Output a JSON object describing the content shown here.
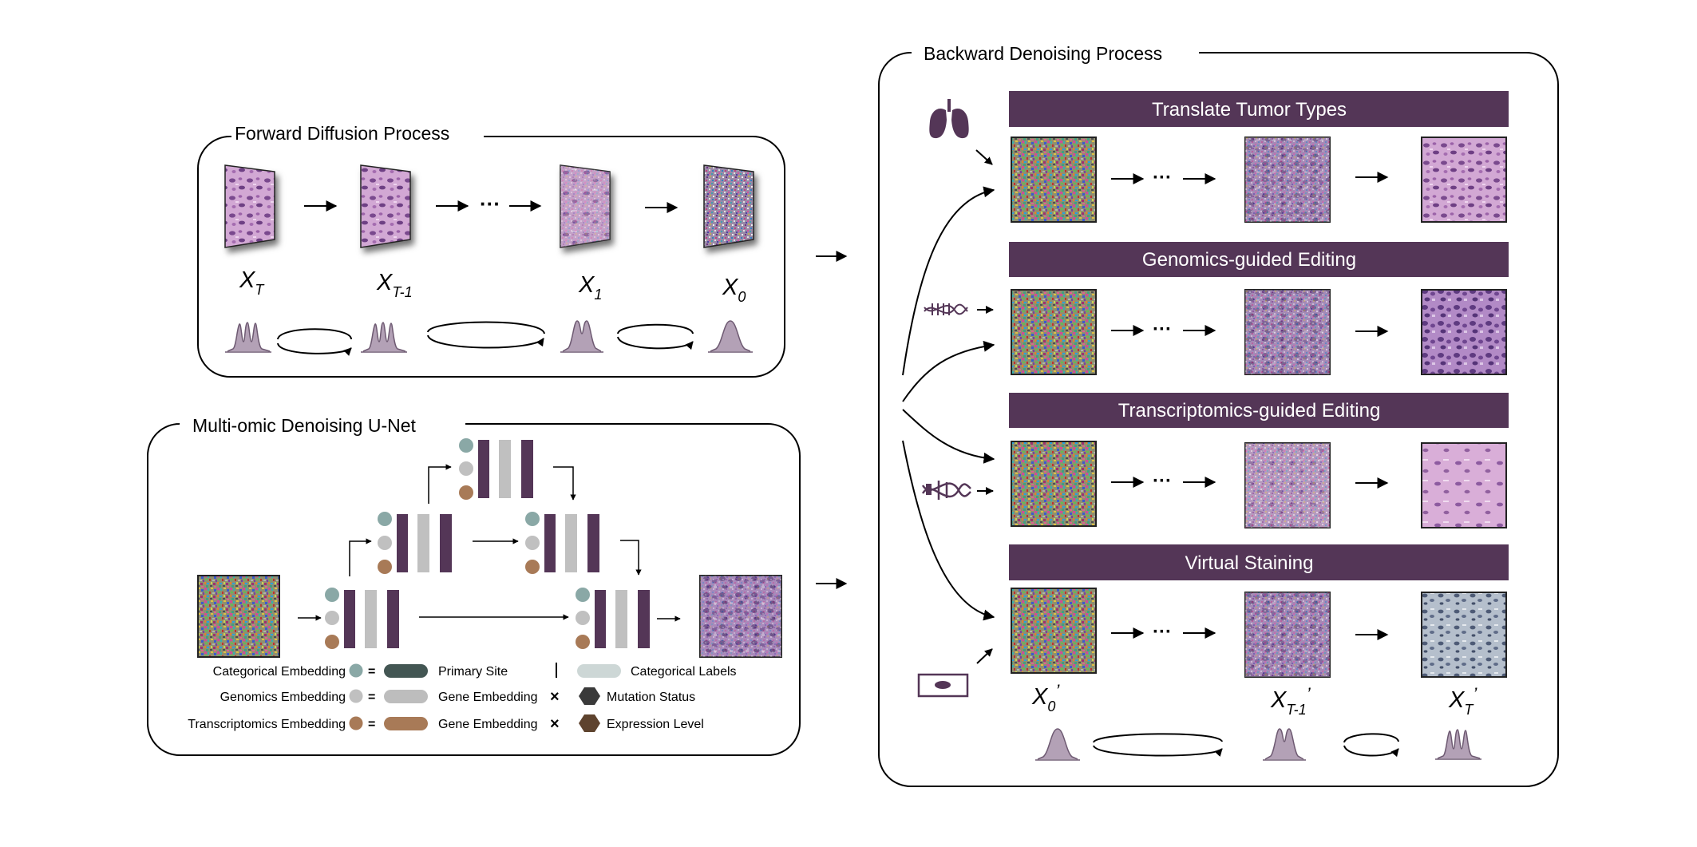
{
  "colors": {
    "accent_purple": "#543657",
    "light_gray": "#c0c0c0",
    "teal_gray": "#8aa8a6",
    "tan": "#a87a57",
    "dark_slate": "#435653",
    "dark_hex": "#3a3a3a",
    "brown_hex": "#5e432e",
    "tissue_pink": "#c69ac6",
    "tissue_purple": "#8a5c9a",
    "stain_blue": "#9aa7b9",
    "dist_fill": "#b3a1b6"
  },
  "forward": {
    "title": "Forward Diffusion Process",
    "labels": [
      "X",
      "X",
      "X",
      "X"
    ],
    "subscripts": [
      "T",
      "T-1",
      "1",
      "0"
    ],
    "ellipsis": "···"
  },
  "unet": {
    "title": "Multi-omic Denoising U-Net",
    "legend": {
      "row1": {
        "left": "Categorical Embedding",
        "eq": "=",
        "mid": "Primary Site",
        "sep": "|",
        "right": "Categorical Labels"
      },
      "row2": {
        "left": "Genomics Embedding",
        "eq": "=",
        "mid": "Gene Embedding",
        "sep": "×",
        "right": "Mutation Status"
      },
      "row3": {
        "left": "Transcriptomics Embedding",
        "eq": "=",
        "mid": "Gene Embedding",
        "sep": "×",
        "right": "Expression Level"
      }
    }
  },
  "backward": {
    "title": "Backward Denoising Process",
    "rows": [
      {
        "header": "Translate Tumor Types",
        "icon": "lungs-icon"
      },
      {
        "header": "Genomics-guided Editing",
        "icon": "dna-icon"
      },
      {
        "header": "Transcriptomics-guided Editing",
        "icon": "dna-rna-icon"
      },
      {
        "header": "Virtual Staining",
        "icon": "slide-icon"
      }
    ],
    "ellipsis": "···",
    "labels": [
      "X",
      "X",
      "X"
    ],
    "subscripts": [
      "0",
      "T-1",
      "T"
    ],
    "primes": [
      "’",
      "’",
      "’"
    ]
  }
}
